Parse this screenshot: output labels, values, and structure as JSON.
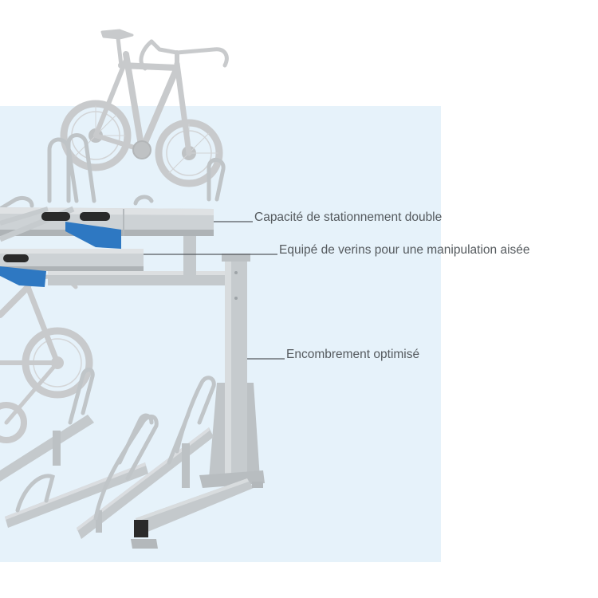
{
  "illustration": {
    "subject": "double-deck bicycle rack",
    "colors": {
      "panel": "#e6f2fa",
      "metal": "#c4c9cc",
      "metal_dark": "#9ea4a8",
      "metal_light": "#dfe2e4",
      "bike": "#c8cacc",
      "bike_dark": "#b3b6b8",
      "accent_blue": "#2e78c2",
      "grip": "#2a2a2a",
      "leader": "#555a5e"
    }
  },
  "callouts": [
    {
      "text": "Capacité de stationnement double"
    },
    {
      "text": "Equipé de verins pour une manipulation aisée"
    },
    {
      "text": "Encombrement optimisé"
    }
  ]
}
